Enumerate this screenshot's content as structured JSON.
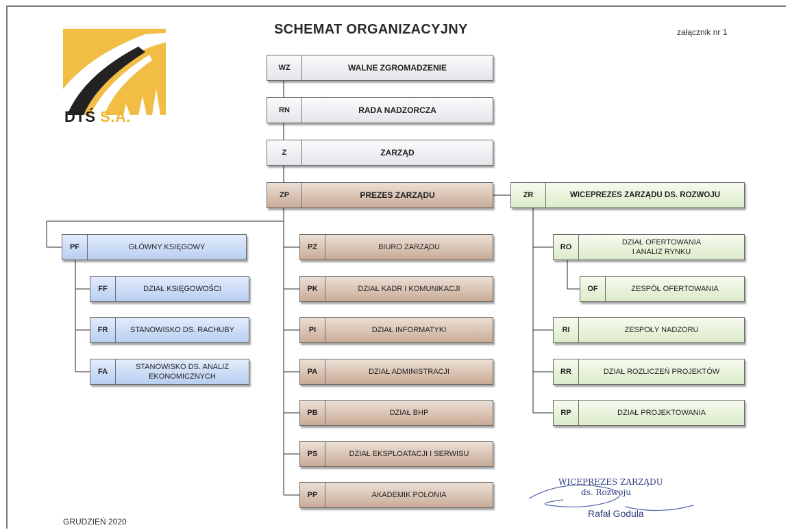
{
  "header": {
    "title": "SCHEMAT ORGANIZACYJNY",
    "annex": "załącznik nr 1"
  },
  "logo": {
    "company": "DTŚ",
    "suffix": "S.A.",
    "colors": {
      "yellow": "#f0b733",
      "dark": "#1f1f1f"
    }
  },
  "chain": [
    {
      "code": "WZ",
      "label": "WALNE ZGROMADZENIE"
    },
    {
      "code": "RN",
      "label": "RADA NADZORCZA"
    },
    {
      "code": "Z",
      "label": "ZARZĄD"
    },
    {
      "code": "ZP",
      "label": "PREZES ZARZĄDU"
    }
  ],
  "vice": {
    "code": "ZR",
    "label": "WICEPREZES ZARZĄDU DS. ROZWOJU"
  },
  "finance": {
    "head": {
      "code": "PF",
      "label": "GŁÓWNY KSIĘGOWY"
    },
    "units": [
      {
        "code": "FF",
        "label": "DZIAŁ KSIĘGOWOŚCI"
      },
      {
        "code": "FR",
        "label": "STANOWISKO DS. RACHUBY"
      },
      {
        "code": "FA",
        "label": "STANOWISKO DS. ANALIZ\nEKONOMICZNYCH"
      }
    ]
  },
  "president_units": [
    {
      "code": "PZ",
      "label": "BIURO ZARZĄDU"
    },
    {
      "code": "PK",
      "label": "DZIAŁ KADR I KOMUNIKACJI"
    },
    {
      "code": "PI",
      "label": "DZIAŁ INFORMATYKI"
    },
    {
      "code": "PA",
      "label": "DZIAŁ ADMINISTRACJI"
    },
    {
      "code": "PB",
      "label": "DZIAŁ BHP"
    },
    {
      "code": "PS",
      "label": "DZIAŁ EKSPLOATACJI I SERWISU"
    },
    {
      "code": "PP",
      "label": "AKADEMIK POLONIA"
    }
  ],
  "vice_units": [
    {
      "code": "RO",
      "label": "DZIAŁ OFERTOWANIA\nI ANALIZ RYNKU"
    },
    {
      "code": "OF",
      "label": "ZESPÓŁ OFERTOWANIA"
    },
    {
      "code": "RI",
      "label": "ZESPOŁY NADZORU"
    },
    {
      "code": "RR",
      "label": "DZIAŁ ROZLICZEŃ PROJEKTÓW"
    },
    {
      "code": "RP",
      "label": "DZIAŁ PROJEKTOWANIA"
    }
  ],
  "signature": {
    "line1": "WICEPREZES ZARZĄDU",
    "line2": "ds. Rozwoju",
    "name": "Rafał Godula"
  },
  "footer": {
    "date": "GRUDZIEŃ 2020"
  },
  "colors": {
    "governance": "#e5e4ea",
    "president": "#c9ab96",
    "finance": "#b8cef0",
    "development": "#dcebc9",
    "ink": "#2e3f7a"
  }
}
